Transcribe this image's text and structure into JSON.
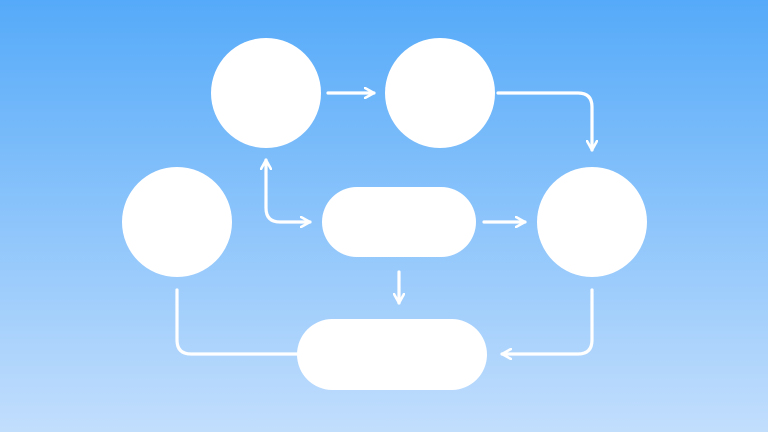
{
  "diagram": {
    "nodes": [
      {
        "id": "n1",
        "shape": "circle",
        "label": ""
      },
      {
        "id": "n2",
        "shape": "circle",
        "label": ""
      },
      {
        "id": "n3",
        "shape": "circle",
        "label": ""
      },
      {
        "id": "n4",
        "shape": "pill",
        "label": ""
      },
      {
        "id": "n5",
        "shape": "circle",
        "label": ""
      },
      {
        "id": "n6",
        "shape": "pill",
        "label": ""
      }
    ],
    "edges": [
      {
        "id": "e1",
        "from": "n1",
        "to": "n2",
        "direction": "forward"
      },
      {
        "id": "e2",
        "from": "n2",
        "to": "n5",
        "direction": "forward"
      },
      {
        "id": "e3",
        "from": "n1",
        "to": "n4",
        "direction": "both"
      },
      {
        "id": "e4",
        "from": "n4",
        "to": "n5",
        "direction": "forward"
      },
      {
        "id": "e5",
        "from": "n4",
        "to": "n6",
        "direction": "forward"
      },
      {
        "id": "e6",
        "from": "n5",
        "to": "n6",
        "direction": "forward"
      },
      {
        "id": "e7",
        "from": "n3",
        "to": "n6",
        "direction": "none"
      }
    ]
  },
  "colors": {
    "background_top": "#55aaf9",
    "background_bottom": "#c2defd",
    "node_fill": "#ffffff",
    "edge_stroke": "#ffffff"
  }
}
